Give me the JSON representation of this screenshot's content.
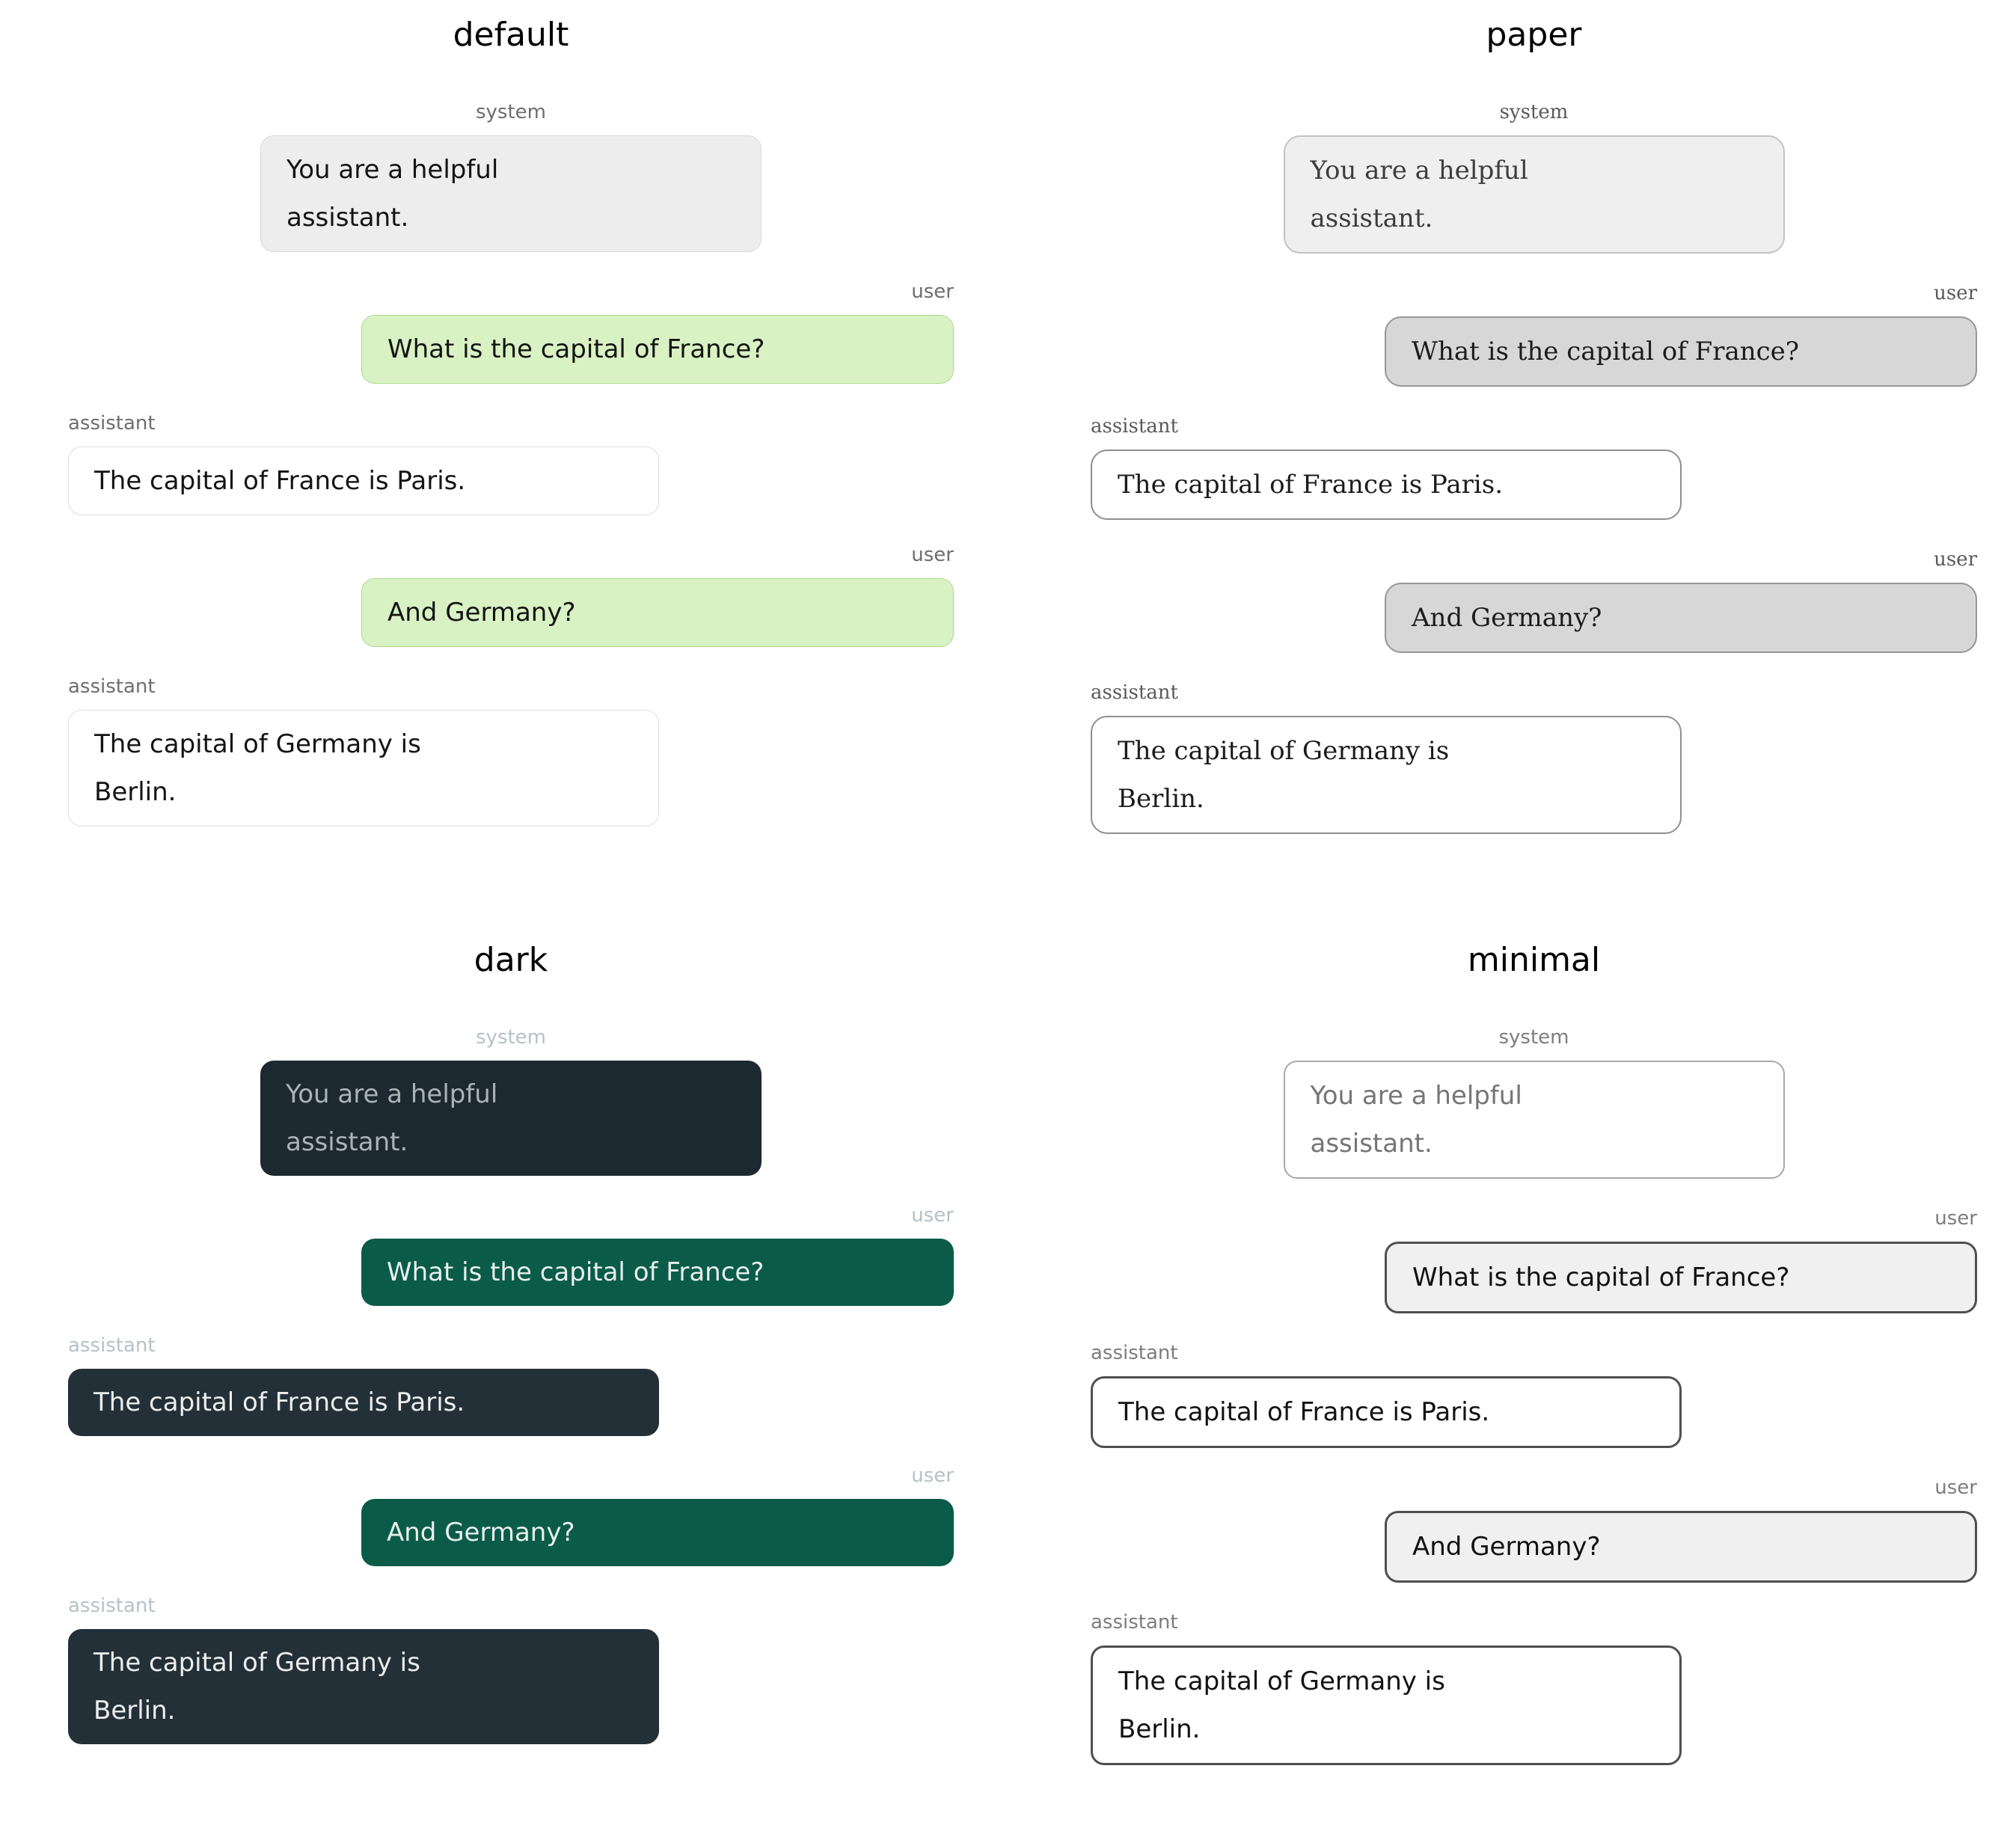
{
  "conversation": {
    "messages": [
      {
        "role": "system",
        "text": "You are a helpful\nassistant."
      },
      {
        "role": "user",
        "text": "What is the capital of France?"
      },
      {
        "role": "assistant",
        "text": "The capital of France is Paris."
      },
      {
        "role": "user",
        "text": "And Germany?"
      },
      {
        "role": "assistant",
        "text": "The capital of Germany is\nBerlin."
      }
    ]
  },
  "themes": [
    {
      "name": "default",
      "colors": {
        "label": "#6e6e6e",
        "system_bg": "#ededed",
        "system_border": "#d9d9d9",
        "system_text": "#141414",
        "user_bg": "#d9f2c4",
        "user_border": "#abd88f",
        "user_text": "#141414",
        "assistant_bg": "#ffffff",
        "assistant_border": "#dedede",
        "assistant_text": "#141414"
      }
    },
    {
      "name": "paper",
      "colors": {
        "label": "#5a5a5a",
        "system_bg": "#efefef",
        "system_border": "#c2c2c2",
        "system_text": "#3d3d3d",
        "user_bg": "#d7d7d7",
        "user_border": "#969696",
        "user_text": "#1c1c1c",
        "assistant_bg": "#ffffff",
        "assistant_border": "#8f8f8f",
        "assistant_text": "#1c1c1c"
      }
    },
    {
      "name": "dark",
      "colors": {
        "label": "#b7c1c7",
        "system_bg": "#1d2931",
        "system_border": "#1d2931",
        "system_text": "#a9b3b8",
        "user_bg": "#0a5c49",
        "user_border": "#0a5c49",
        "user_text": "#e9efec",
        "assistant_bg": "#243038",
        "assistant_border": "#243038",
        "assistant_text": "#eceeed"
      }
    },
    {
      "name": "minimal",
      "colors": {
        "label": "#7d7d7d",
        "system_bg": "#ffffff",
        "system_border": "#a8a8a8",
        "system_text": "#757575",
        "user_bg": "#f0f0f0",
        "user_border": "#4f4f4f",
        "user_text": "#121212",
        "assistant_bg": "#ffffff",
        "assistant_border": "#4f4f4f",
        "assistant_text": "#121212"
      }
    }
  ]
}
